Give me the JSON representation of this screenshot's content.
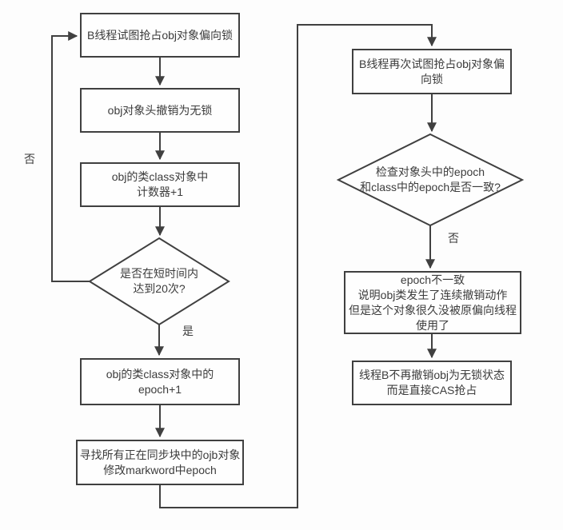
{
  "colors": {
    "line": "#404040",
    "text": "#3c3c3c",
    "background": "#fdfdfd",
    "node_fill": "#fefefe"
  },
  "nodes": {
    "attempt_bias_lock": "B线程试图抢占obj对象偏向锁",
    "revoke_to_lockfree": "obj对象头撤销为无锁",
    "class_counter_inc": "obj的类class对象中\n计数器+1",
    "decision_20_times": "是否在短时间内\n达到20次?",
    "class_epoch_inc": "obj的类class对象中的\nepoch+1",
    "update_markword": "寻找所有正在同步块中的ojb对象\n修改markword中epoch",
    "retry_bias_lock": "B线程再次试图抢占obj对象偏\n向锁",
    "decision_epoch_match": "检查对象头中的epoch\n和class中的epoch是否一致?",
    "epoch_mismatch_note": "epoch不一致\n说明obj类发生了连续撤销动作\n但是这个对象很久没被原偏向线程\n使用了",
    "cas_directly": "线程B不再撤销obj为无锁状态\n而是直接CAS抢占"
  },
  "edge_labels": {
    "no_left": "否",
    "yes": "是",
    "no_right": "否"
  }
}
